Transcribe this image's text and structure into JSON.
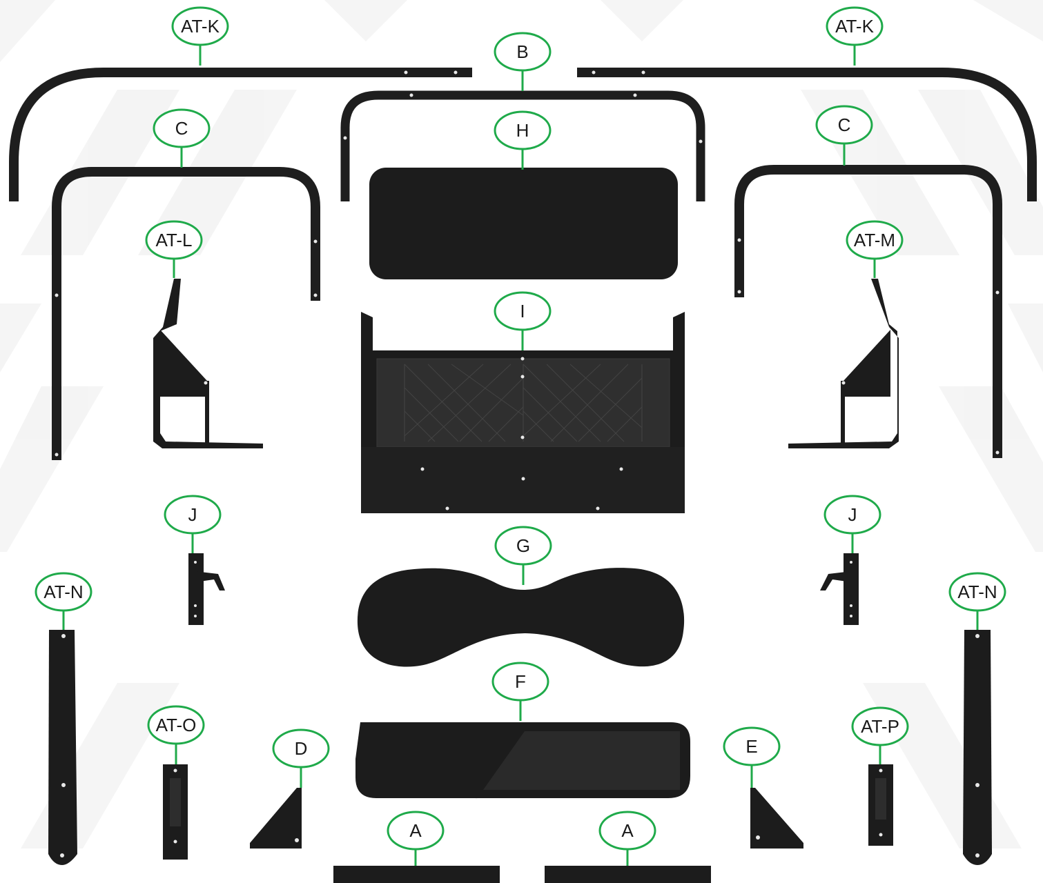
{
  "colors": {
    "label_outline": "#1faa4a",
    "part_fill": "#1c1c1c",
    "background": "#ffffff",
    "watermark": "#ececec"
  },
  "labels": {
    "at_k_left": "AT-K",
    "at_k_right": "AT-K",
    "b": "B",
    "c_left": "C",
    "c_right": "C",
    "h": "H",
    "at_l": "AT-L",
    "at_m": "AT-M",
    "i": "I",
    "j_left": "J",
    "j_right": "J",
    "g": "G",
    "at_n_left": "AT-N",
    "at_n_right": "AT-N",
    "f": "F",
    "at_o": "AT-O",
    "at_p": "AT-P",
    "d": "D",
    "e": "E",
    "a_left": "A",
    "a_right": "A"
  }
}
